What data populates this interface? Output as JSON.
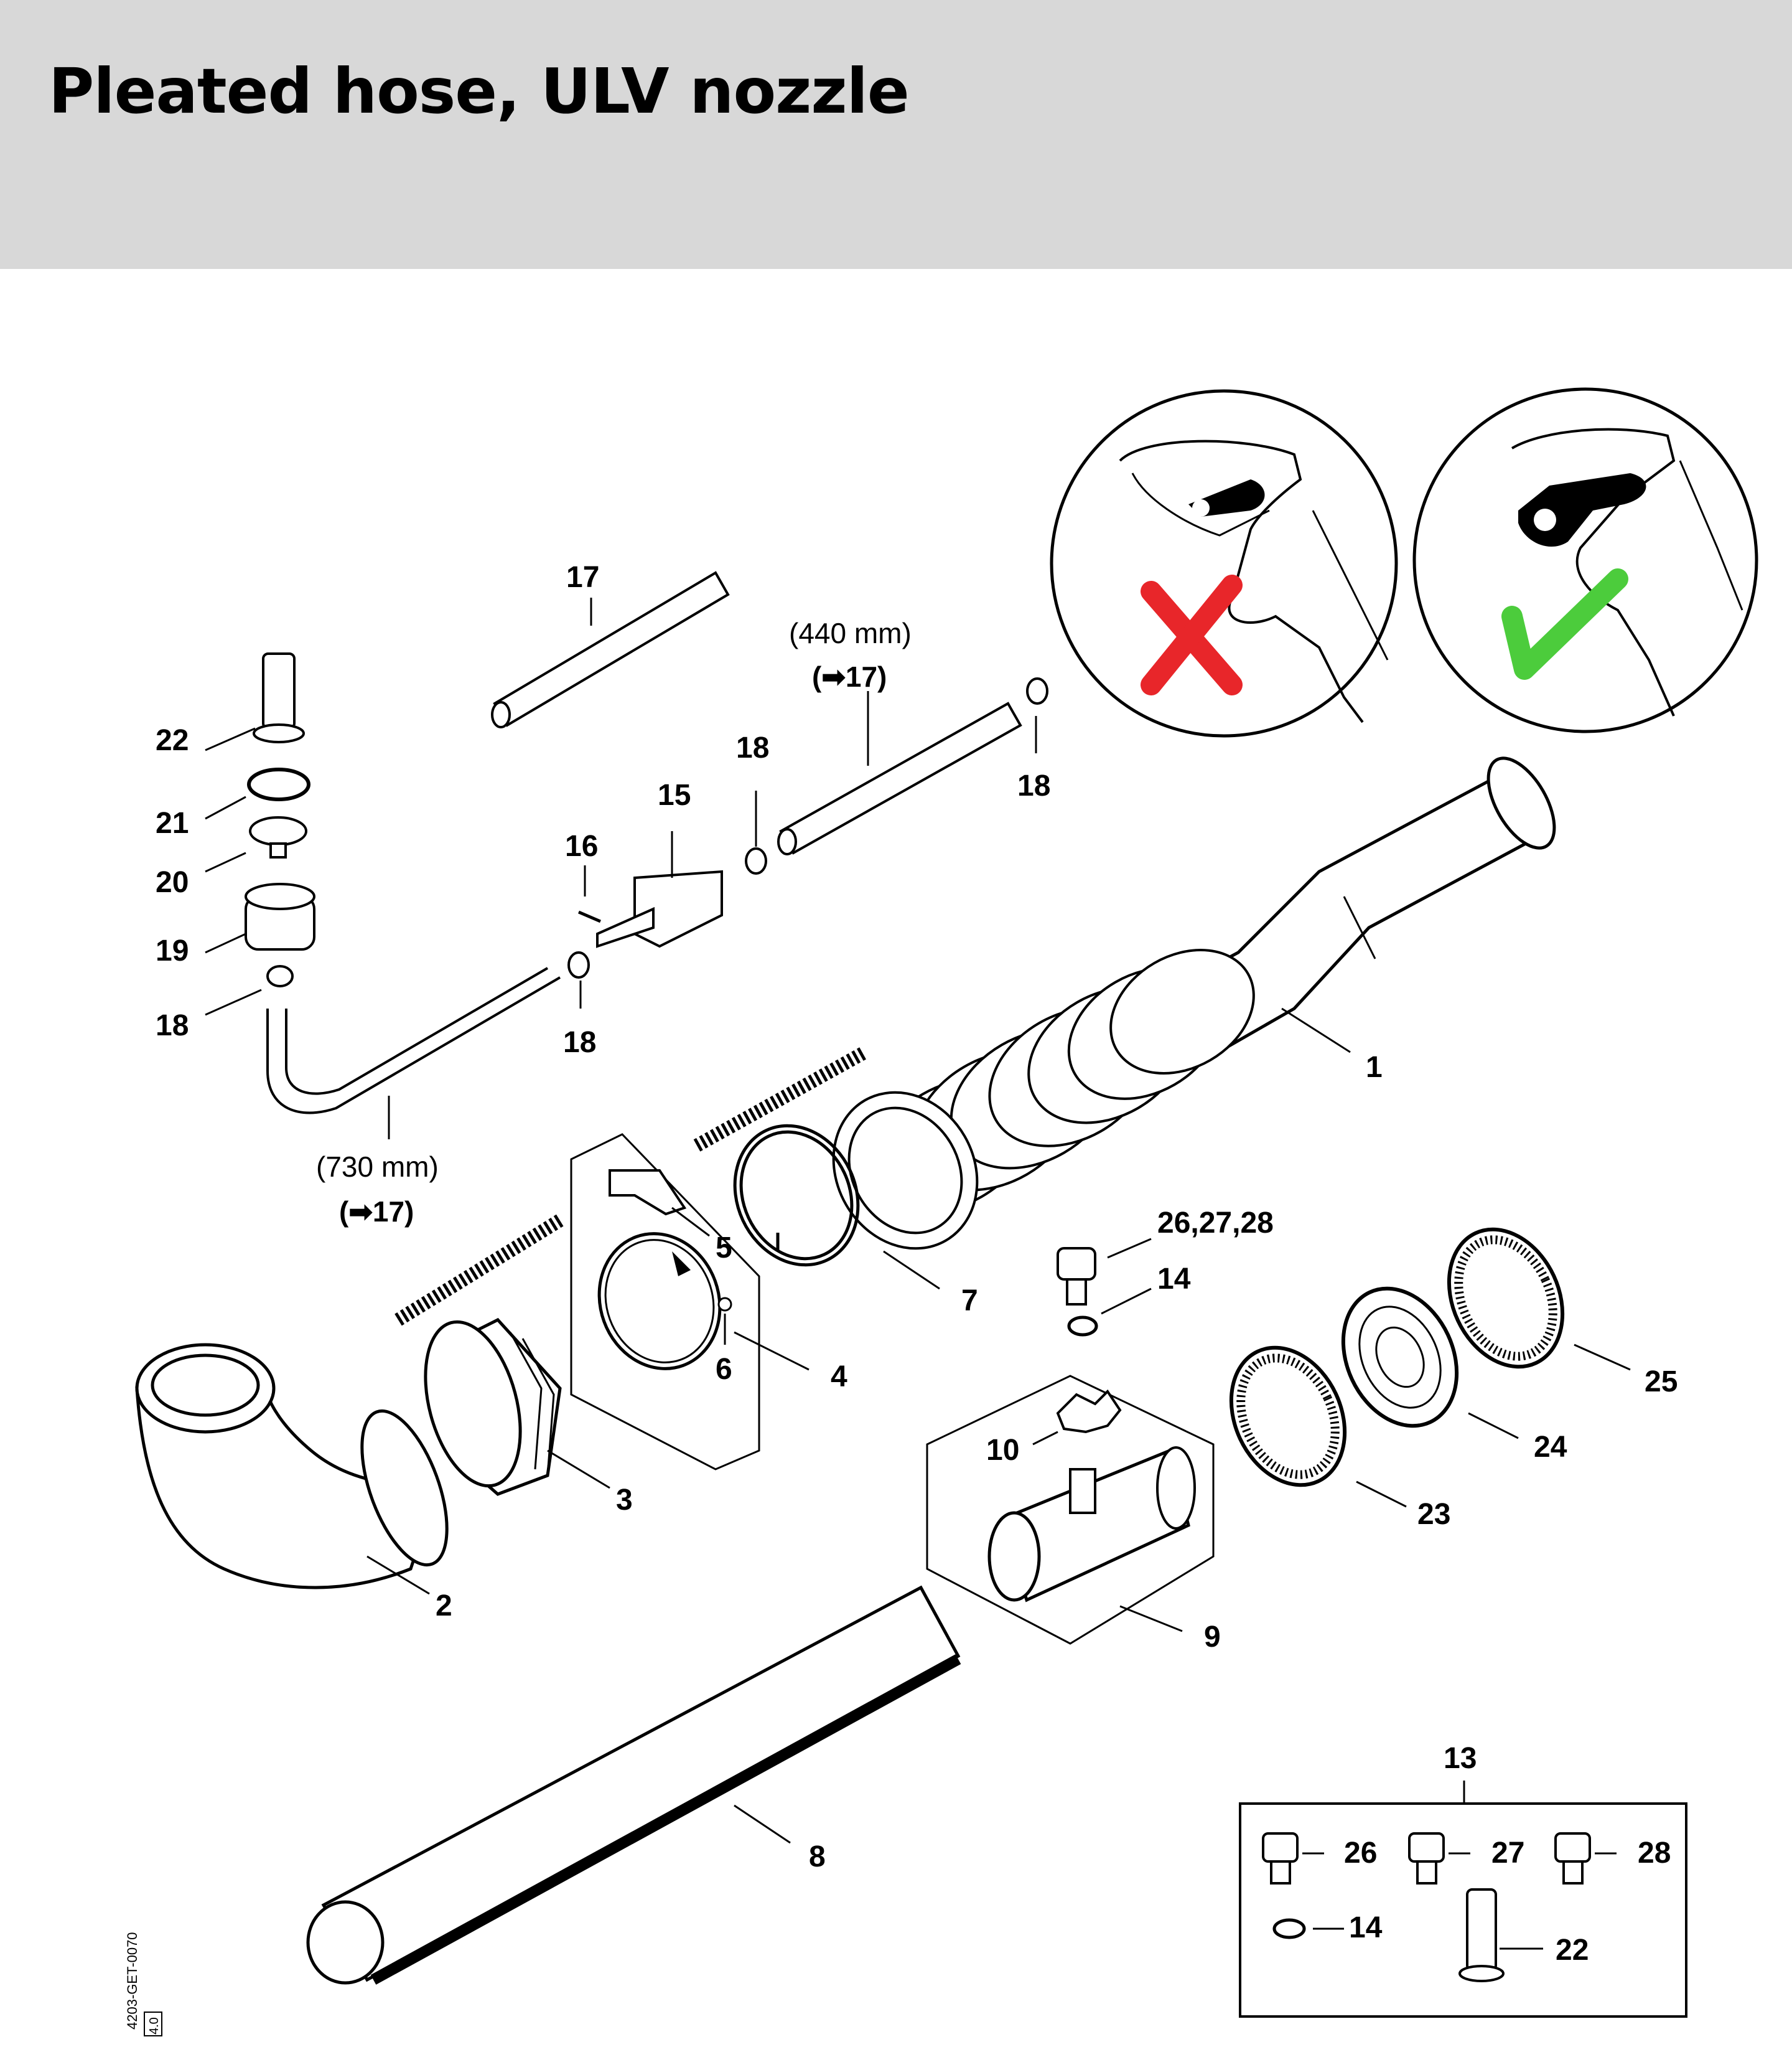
{
  "title": "Pleated hose, ULV nozzle",
  "parts": {
    "p1": "1",
    "p2": "2",
    "p3": "3",
    "p4": "4",
    "p5": "5",
    "p6": "6",
    "p7": "7",
    "p8": "8",
    "p9": "9",
    "p10": "10",
    "p13": "13",
    "p14a": "14",
    "p14b": "14",
    "p15": "15",
    "p16": "16",
    "p17": "17",
    "p18a": "18",
    "p18b": "18",
    "p18c": "18",
    "p18d": "18",
    "p19": "19",
    "p20": "20",
    "p21": "21",
    "p22a": "22",
    "p22b": "22",
    "p23": "23",
    "p24": "24",
    "p25": "25",
    "p262728": "26,27,28",
    "p26": "26",
    "p27": "27",
    "p28": "28"
  },
  "dims": {
    "hose_short_len": "(440 mm)",
    "hose_short_ref": "(➡17)",
    "hose_long_len": "(730 mm)",
    "hose_long_ref": "(➡17)"
  },
  "code": {
    "drawing_no": "4203-GET-0070",
    "rev": "4.0"
  },
  "status": {
    "wrong": "incorrect",
    "right": "correct",
    "wrong_color": "#e8262a",
    "right_color": "#4ccc3c"
  }
}
